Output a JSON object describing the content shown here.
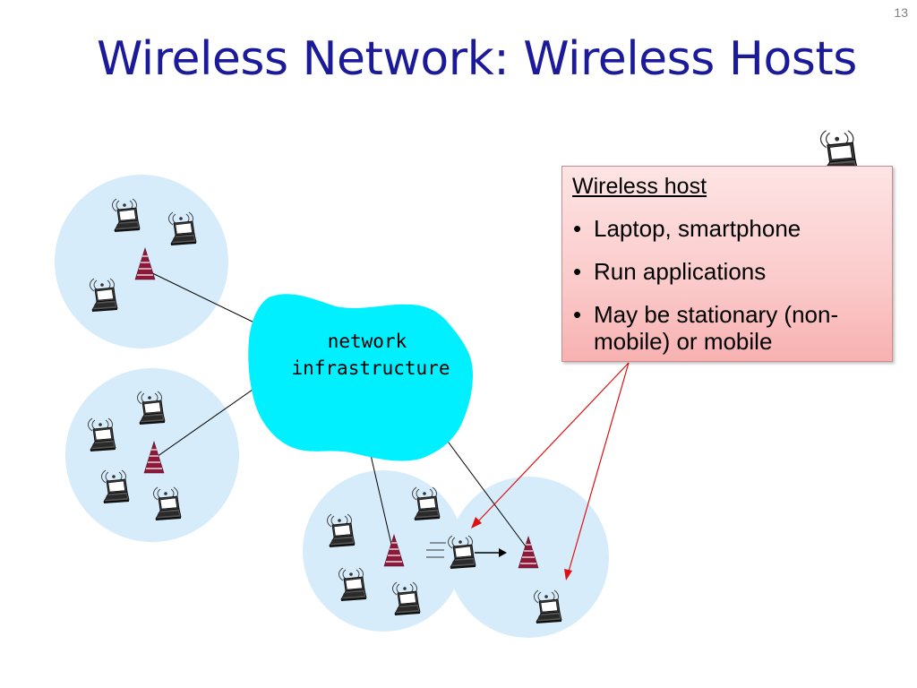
{
  "slide_number": "13",
  "title": "Wireless Network: Wireless Hosts",
  "cloud": {
    "line1": "network",
    "line2": "infrastructure"
  },
  "callout": {
    "heading": "Wireless host",
    "bullets": [
      "Laptop, smartphone",
      "Run applications",
      "May be stationary (non-mobile) or mobile"
    ]
  },
  "colors": {
    "title": "#1a1a9a",
    "cell": "#d6ecfb",
    "cloud": "#00f0ff",
    "access_point": "#8b1a3a",
    "arrow": "#e01010",
    "callout_fill": "#fbcaca"
  },
  "icons": [
    "laptop-icon",
    "wireless-waves-icon",
    "access-point-icon",
    "arrow-icon"
  ]
}
